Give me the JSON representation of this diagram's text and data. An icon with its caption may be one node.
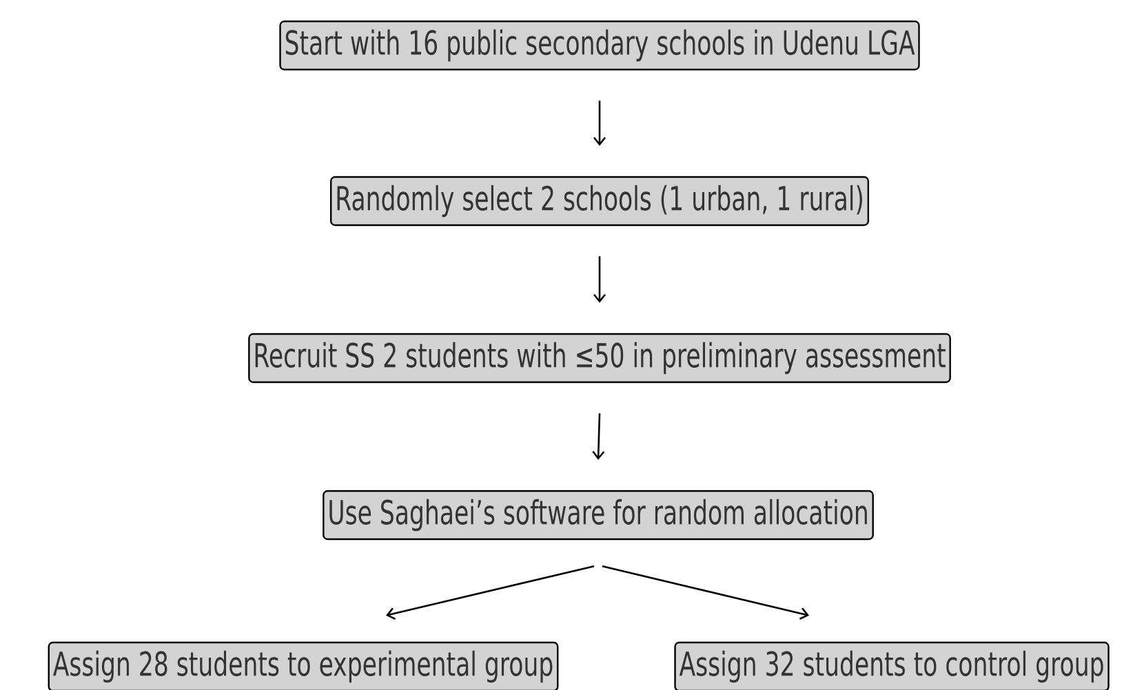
{
  "diagram": {
    "nodes": [
      {
        "text": [
          "Start with 16 public secondary schools in Udenu LGA"
        ]
      },
      {
        "text": [
          "Randomly select 2 schools (1 urban, 1 rural)"
        ]
      },
      {
        "text": [
          "Recruit SS 2 students with ≤50 in preliminary assessment"
        ]
      },
      {
        "text": [
          "Use Saghaei’s software for random allocation"
        ]
      },
      {
        "text": [
          "Assign 28 students to experimental group"
        ]
      },
      {
        "text": [
          "Assign 32 students to control group"
        ]
      }
    ],
    "edges": [
      {
        "from": 0,
        "to": 1,
        "arrow": "to"
      },
      {
        "from": 1,
        "to": 2,
        "arrow": "to"
      },
      {
        "from": 2,
        "to": 3,
        "arrow": "to"
      },
      {
        "from": 3,
        "to": 4,
        "arrow": "to"
      },
      {
        "from": 3,
        "to": 5,
        "arrow": "to"
      }
    ]
  }
}
